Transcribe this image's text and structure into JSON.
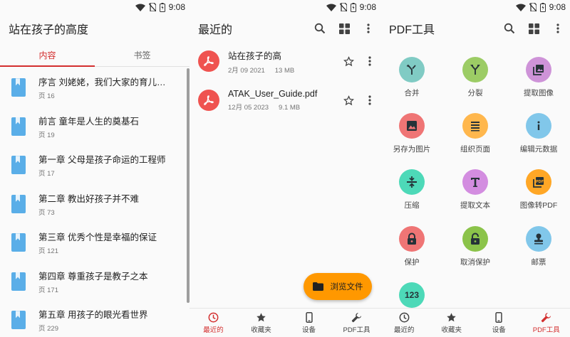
{
  "status": {
    "time": "9:08"
  },
  "panel_toc": {
    "title": "站在孩子的高度",
    "tabs": [
      {
        "label": "内容"
      },
      {
        "label": "书签"
      }
    ],
    "items": [
      {
        "title": "序言  刘姥姥，我们大家的育儿高参…",
        "page": "页 16"
      },
      {
        "title": "前言  童年是人生的奠基石",
        "page": "页 19"
      },
      {
        "title": "第一章  父母是孩子命运的工程师",
        "page": "页 17"
      },
      {
        "title": "第二章  教出好孩子并不难",
        "page": "页 73"
      },
      {
        "title": "第三章  优秀个性是幸福的保证",
        "page": "页 121"
      },
      {
        "title": "第四章  尊重孩子是教子之本",
        "page": "页 171"
      },
      {
        "title": "第五章  用孩子的眼光看世界",
        "page": "页 229"
      }
    ]
  },
  "panel_recent": {
    "title": "最近的",
    "files": [
      {
        "name": "站在孩子的高",
        "date": "2月 09 2021",
        "size": "13 MB"
      },
      {
        "name": "ATAK_User_Guide.pdf",
        "date": "12月 05 2023",
        "size": "9.1 MB"
      }
    ],
    "fab_label": "浏览文件"
  },
  "panel_tools": {
    "title": "PDF工具",
    "tools": [
      {
        "label": "合并",
        "color": "#80cbc4",
        "icon": "merge-icon"
      },
      {
        "label": "分裂",
        "color": "#9ccc65",
        "icon": "split-icon"
      },
      {
        "label": "提取图像",
        "color": "#ce93d8",
        "icon": "photo-library-icon"
      },
      {
        "label": "另存为图片",
        "color": "#ef7575",
        "icon": "image-icon"
      },
      {
        "label": "组织页面",
        "color": "#ffb74d",
        "icon": "list-icon"
      },
      {
        "label": "编辑元数据",
        "color": "#81c7ea",
        "icon": "info-icon"
      },
      {
        "label": "压缩",
        "color": "#4dd9b8",
        "icon": "compress-icon"
      },
      {
        "label": "提取文本",
        "color": "#d38de0",
        "icon": "text-icon"
      },
      {
        "label": "图像转PDF",
        "color": "#ffa726",
        "icon": "pdf-file-icon"
      },
      {
        "label": "保护",
        "color": "#ef7575",
        "icon": "lock-icon"
      },
      {
        "label": "取消保护",
        "color": "#8bc34a",
        "icon": "unlock-icon"
      },
      {
        "label": "邮票",
        "color": "#81c7ea",
        "icon": "stamp-icon"
      },
      {
        "label": "123",
        "color": "#4dd9b8",
        "icon": "page-number-icon"
      }
    ]
  },
  "bottom_nav": [
    {
      "label": "最近的",
      "icon": "clock-icon"
    },
    {
      "label": "收藏夹",
      "icon": "star-icon"
    },
    {
      "label": "设备",
      "icon": "phone-icon"
    },
    {
      "label": "PDF工具",
      "icon": "wrench-icon"
    }
  ],
  "colors": {
    "accent": "#d32f2f",
    "fab": "#ff9800",
    "pdf": "#ef5350",
    "book": "#5aaee8"
  }
}
